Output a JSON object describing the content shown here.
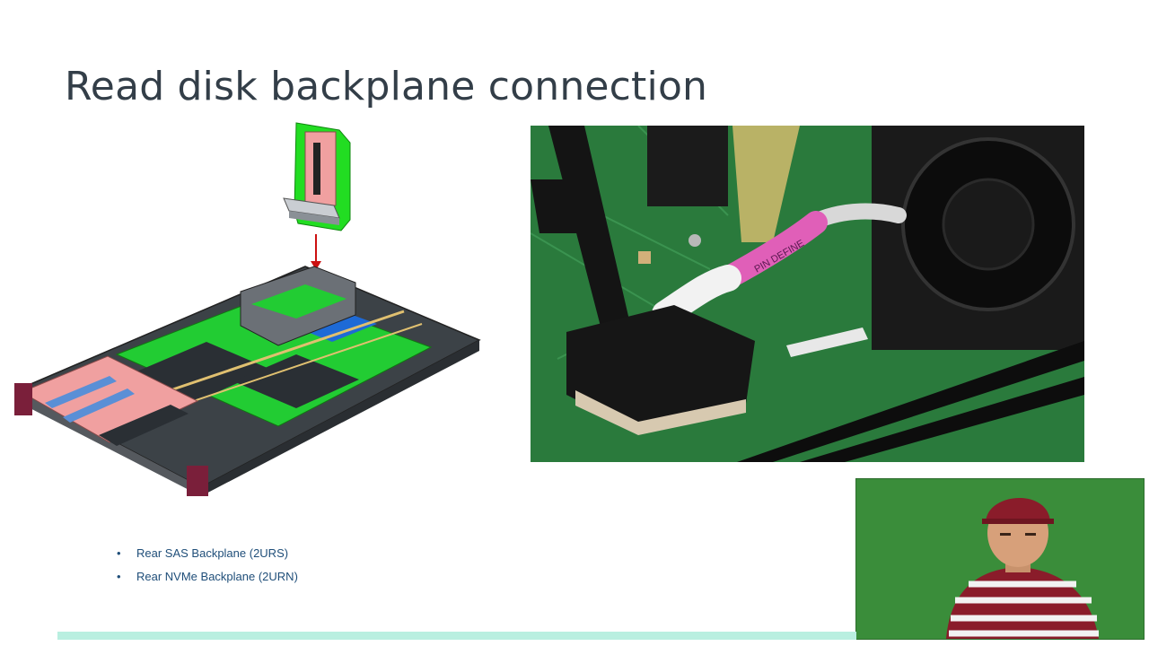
{
  "slide": {
    "title": "Read disk backplane connection"
  },
  "bullets": [
    "Rear SAS Backplane (2URS)",
    "Rear NVMe Backplane (2URN)"
  ],
  "photo": {
    "connector_label": "PIN DEFINE"
  },
  "colors": {
    "title": "#333e48",
    "bullet_text": "#1f4e79",
    "board_green": "#2a7a3c",
    "chassis_green": "#22dd22",
    "backplane_pink": "#f0a0a0",
    "cable_pink": "#e05fb8",
    "arrow_red": "#cc1111",
    "webcam_bg": "#3a8d3a",
    "progress": "#b9efe0"
  }
}
